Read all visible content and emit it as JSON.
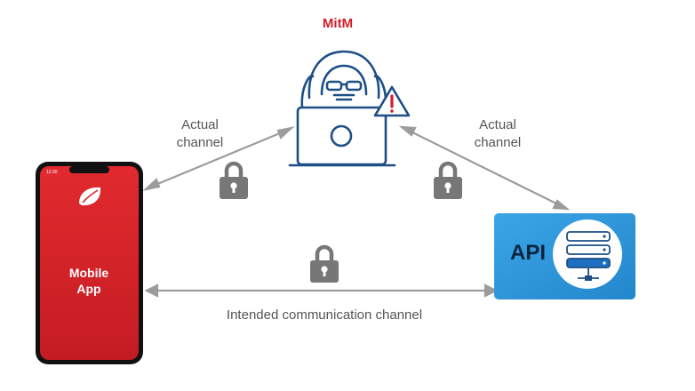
{
  "title": "MitM",
  "labels": {
    "left_channel": [
      "Actual",
      "channel"
    ],
    "right_channel": [
      "Actual",
      "channel"
    ],
    "intended": "Intended communication channel"
  },
  "phone": {
    "label": [
      "Mobile",
      "App"
    ],
    "status_time": "12:30"
  },
  "server": {
    "label": "API"
  },
  "colors": {
    "mitm_red": "#d0202a",
    "hacker_blue": "#1d4f86",
    "arrow_gray": "#9c9c9c",
    "lock_gray": "#777777",
    "phone_red": "#d8232a",
    "api_blue": "#2e98d8"
  },
  "icons": [
    "hacker-icon",
    "laptop-icon",
    "warning-icon",
    "lock-icon",
    "server-icon",
    "leaf-logo-icon"
  ]
}
